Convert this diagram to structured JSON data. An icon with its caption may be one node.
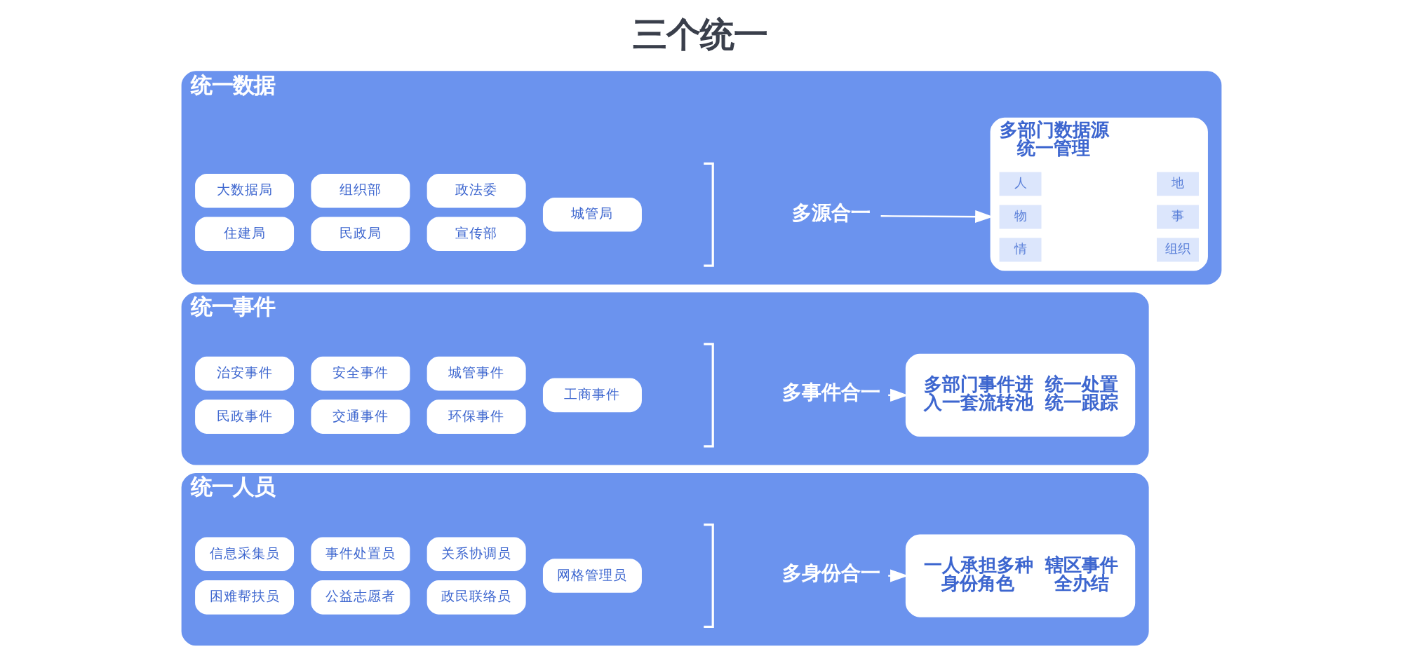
{
  "diagram": {
    "title": "三个统一",
    "nodes": [
      {
        "text": [
          "统一数据"
        ]
      },
      {
        "text": [
          "大数据局"
        ],
        "in": 0
      },
      {
        "text": [
          "组织部"
        ],
        "in": 0
      },
      {
        "text": [
          "政法委"
        ],
        "in": 0
      },
      {
        "text": [
          "住建局"
        ],
        "in": 0
      },
      {
        "text": [
          "民政局"
        ],
        "in": 0
      },
      {
        "text": [
          "宣传部"
        ],
        "in": 0
      },
      {
        "text": [
          "城管局"
        ],
        "in": 0
      },
      {
        "text": [
          "多源合一"
        ],
        "in": 0
      },
      {
        "text": [
          "多部门数据源统一管理"
        ],
        "in": 0
      },
      {
        "text": [
          "人"
        ],
        "in": 9
      },
      {
        "text": [
          "地"
        ],
        "in": 9
      },
      {
        "text": [
          "物"
        ],
        "in": 9
      },
      {
        "text": [
          "事"
        ],
        "in": 9
      },
      {
        "text": [
          "情"
        ],
        "in": 9
      },
      {
        "text": [
          "组织"
        ],
        "in": 9
      },
      {
        "text": [
          "统一事件"
        ]
      },
      {
        "text": [
          "治安事件"
        ],
        "in": 16
      },
      {
        "text": [
          "安全事件"
        ],
        "in": 16
      },
      {
        "text": [
          "城管事件"
        ],
        "in": 16
      },
      {
        "text": [
          "民政事件"
        ],
        "in": 16
      },
      {
        "text": [
          "交通事件"
        ],
        "in": 16
      },
      {
        "text": [
          "环保事件"
        ],
        "in": 16
      },
      {
        "text": [
          "工商事件"
        ],
        "in": 16
      },
      {
        "text": [
          "多事件合一"
        ],
        "in": 16
      },
      {
        "text": [
          "多部门事件进入一套流转池",
          "统一处置统一跟踪"
        ],
        "in": 16
      },
      {
        "text": [
          "统一人员"
        ]
      },
      {
        "text": [
          "信息采集员"
        ],
        "in": 26
      },
      {
        "text": [
          "事件处置员"
        ],
        "in": 26
      },
      {
        "text": [
          "关系协调员"
        ],
        "in": 26
      },
      {
        "text": [
          "困难帮扶员"
        ],
        "in": 26
      },
      {
        "text": [
          "公益志愿者"
        ],
        "in": 26
      },
      {
        "text": [
          "政民联络员"
        ],
        "in": 26
      },
      {
        "text": [
          "网格管理员"
        ],
        "in": 26
      },
      {
        "text": [
          "多身份合一"
        ],
        "in": 26
      },
      {
        "text": [
          "一人承担多种身份角色",
          "辖区事件全办结"
        ],
        "in": 26
      }
    ],
    "edges": [
      {
        "from": 8,
        "to": 9,
        "arrow": "to"
      },
      {
        "from": 24,
        "to": 25,
        "arrow": "to"
      },
      {
        "from": 34,
        "to": 35,
        "arrow": "to"
      }
    ]
  }
}
